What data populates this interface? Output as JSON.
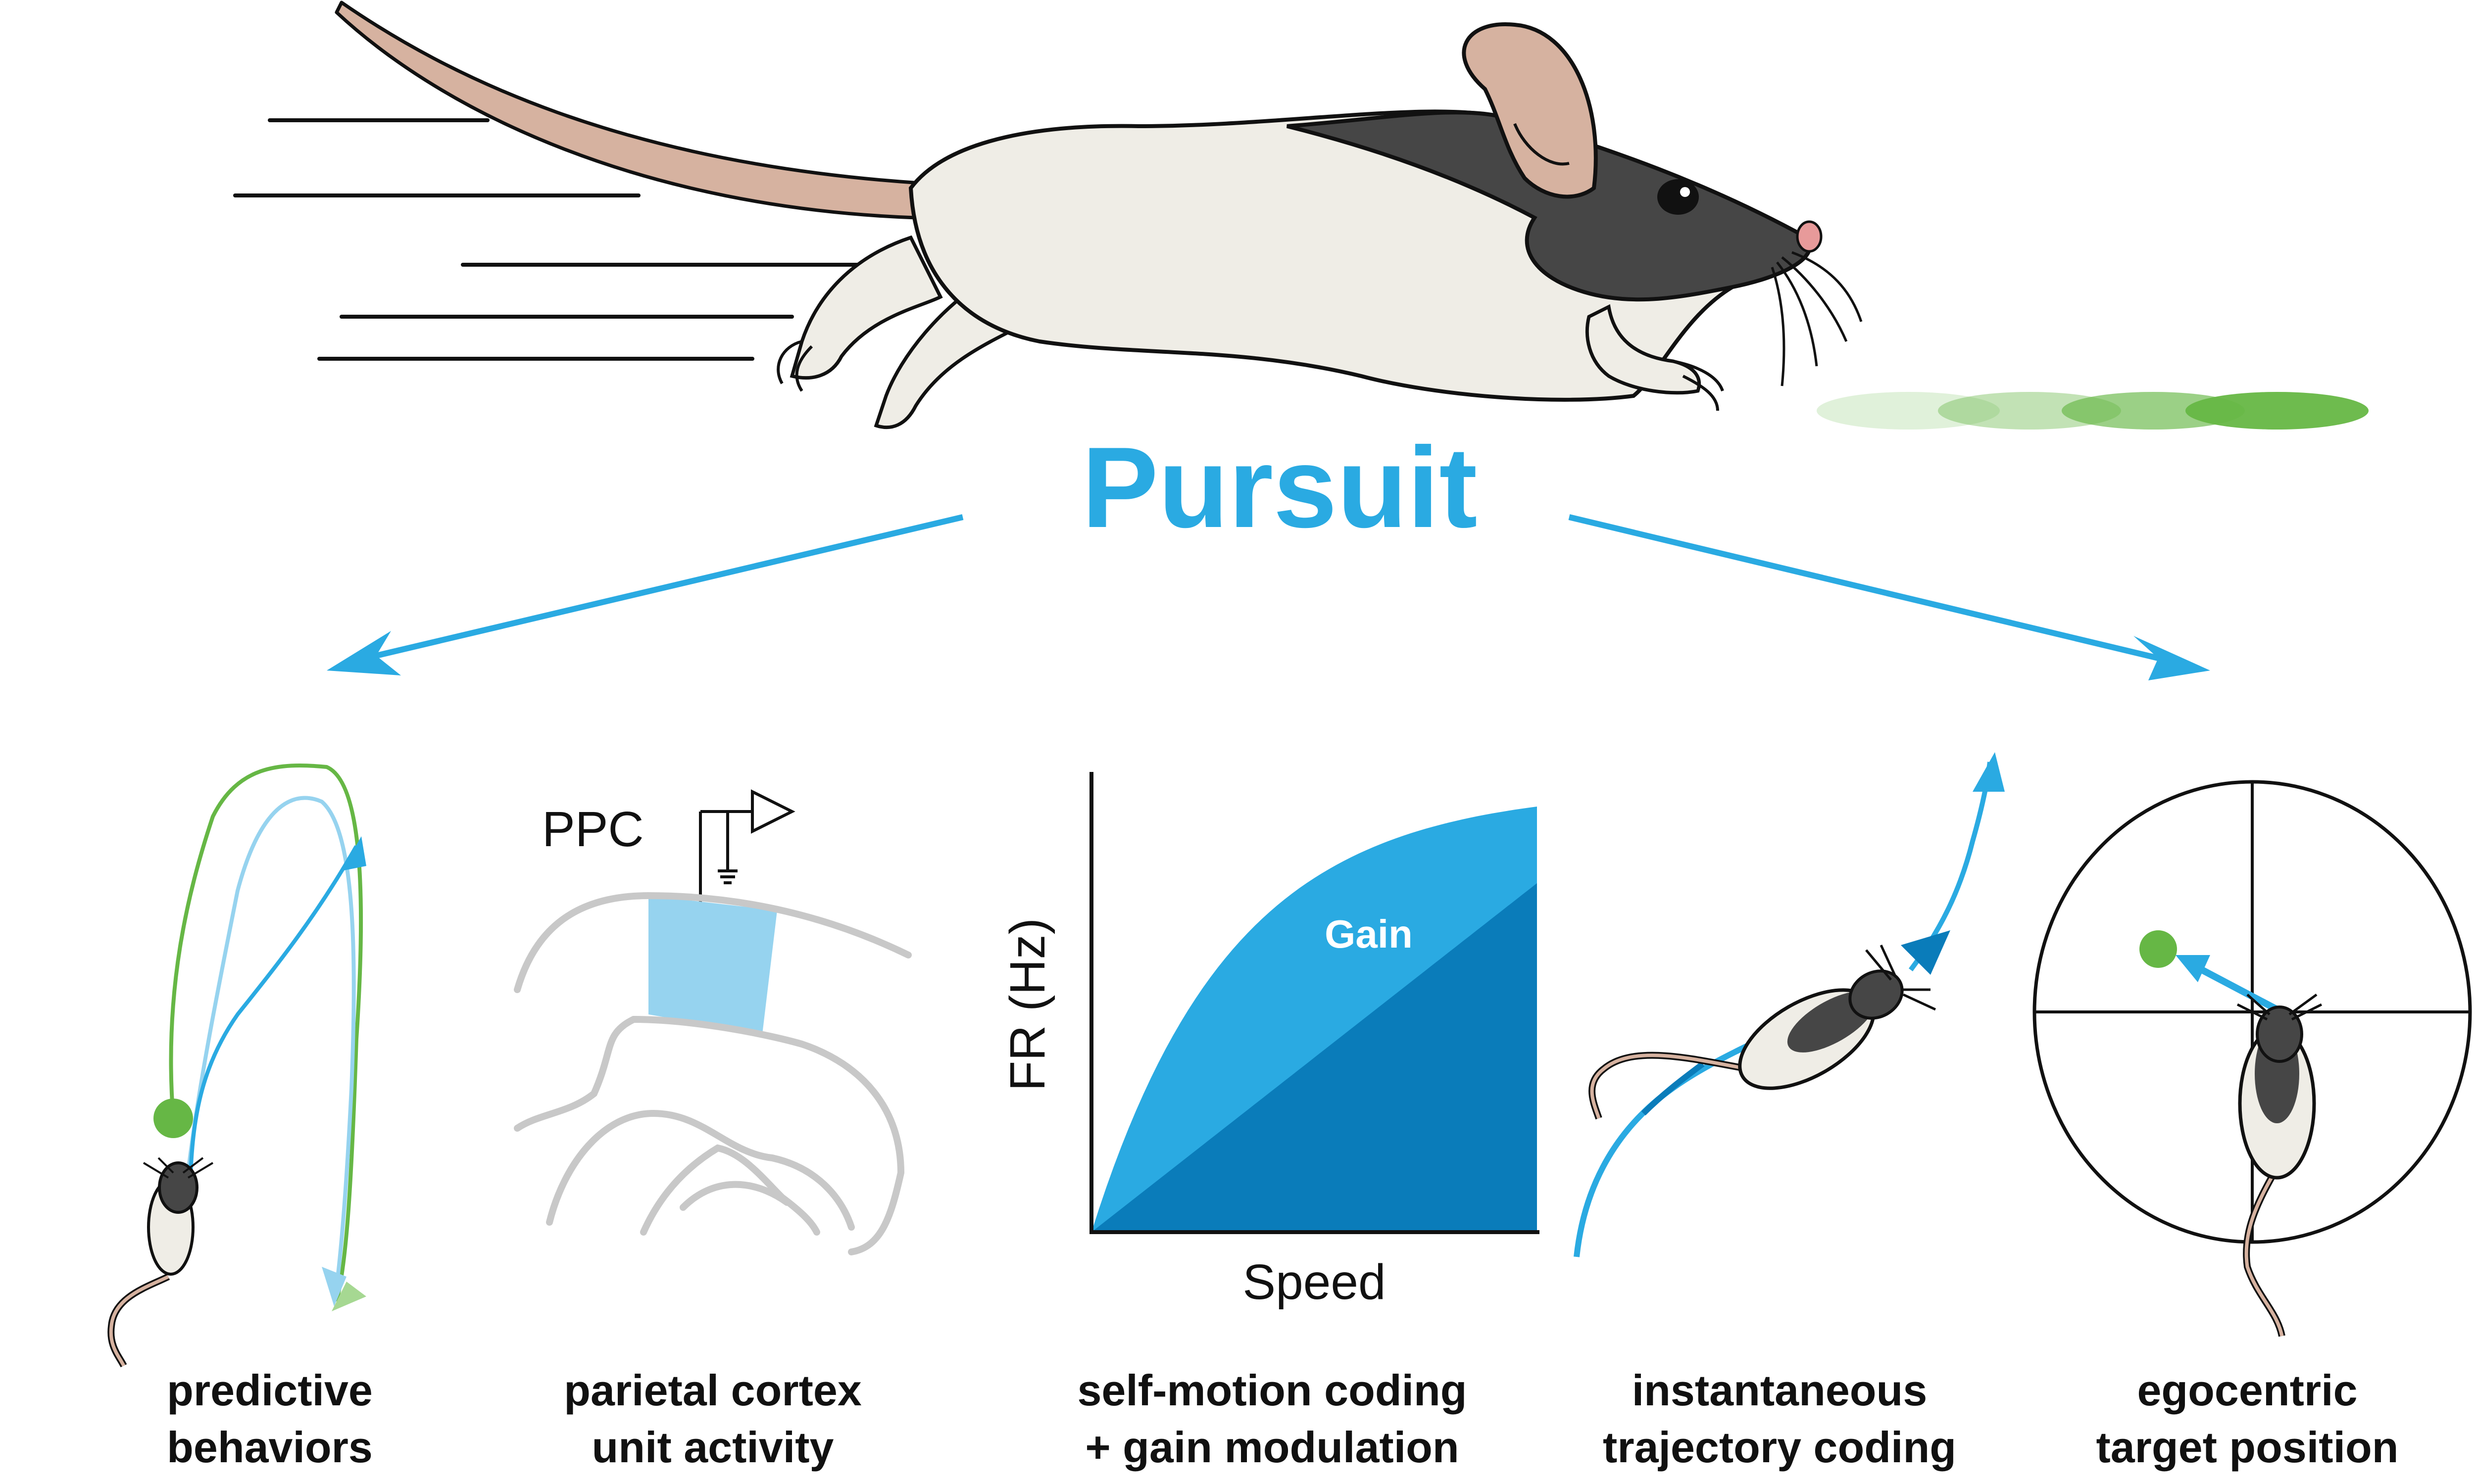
{
  "title": "Pursuit",
  "colors": {
    "accent_blue": "#2aaae2",
    "dark_blue": "#0a7cba",
    "light_blue": "#96d3ef",
    "green": "#66b745",
    "rat_body": "#efede6",
    "rat_dark": "#464646",
    "rat_pink": "#d6b2a0",
    "grey_brain": "#c8c8c8"
  },
  "panels": [
    {
      "caption_line1": "predictive",
      "caption_line2": "behaviors"
    },
    {
      "caption_line1": "parietal cortex",
      "caption_line2": "unit activity",
      "region_label": "PPC"
    },
    {
      "caption_line1": "self-motion coding",
      "caption_line2": "+ gain modulation"
    },
    {
      "caption_line1": "instantaneous",
      "caption_line2": "trajectory coding"
    },
    {
      "caption_line1": "egocentric",
      "caption_line2": "target position"
    }
  ],
  "chart_data": {
    "type": "area",
    "title": "",
    "xlabel": "Speed",
    "ylabel": "FR (Hz)",
    "annotation": "Gain",
    "series": [
      {
        "name": "",
        "shape": "saturating",
        "color": "#2aaae2"
      },
      {
        "name": "",
        "shape": "linear",
        "color": "#0a7cba"
      }
    ],
    "grid": false
  }
}
